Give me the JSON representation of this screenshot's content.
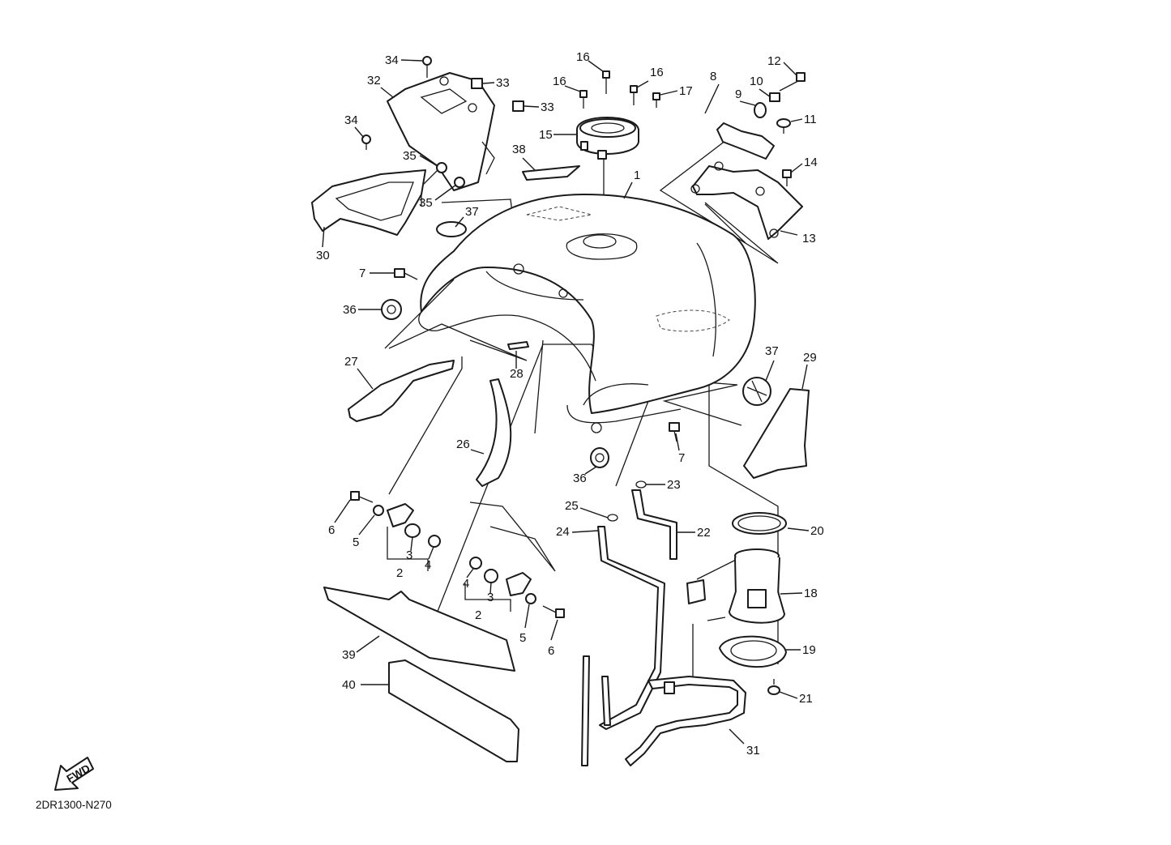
{
  "diagram": {
    "code": "2DR1300-N270",
    "fwd_label": "FWD"
  },
  "callouts": [
    {
      "text": "1"
    },
    {
      "text": "2"
    },
    {
      "text": "2"
    },
    {
      "text": "3"
    },
    {
      "text": "3"
    },
    {
      "text": "4"
    },
    {
      "text": "4"
    },
    {
      "text": "5"
    },
    {
      "text": "5"
    },
    {
      "text": "6"
    },
    {
      "text": "6"
    },
    {
      "text": "7"
    },
    {
      "text": "7"
    },
    {
      "text": "8"
    },
    {
      "text": "9"
    },
    {
      "text": "10"
    },
    {
      "text": "11"
    },
    {
      "text": "12"
    },
    {
      "text": "13"
    },
    {
      "text": "14"
    },
    {
      "text": "15"
    },
    {
      "text": "16"
    },
    {
      "text": "16"
    },
    {
      "text": "16"
    },
    {
      "text": "17"
    },
    {
      "text": "18"
    },
    {
      "text": "19"
    },
    {
      "text": "20"
    },
    {
      "text": "21"
    },
    {
      "text": "22"
    },
    {
      "text": "23"
    },
    {
      "text": "24"
    },
    {
      "text": "25"
    },
    {
      "text": "26"
    },
    {
      "text": "27"
    },
    {
      "text": "28"
    },
    {
      "text": "29"
    },
    {
      "text": "30"
    },
    {
      "text": "31"
    },
    {
      "text": "32"
    },
    {
      "text": "33"
    },
    {
      "text": "33"
    },
    {
      "text": "34"
    },
    {
      "text": "34"
    },
    {
      "text": "35"
    },
    {
      "text": "35"
    },
    {
      "text": "36"
    },
    {
      "text": "36"
    },
    {
      "text": "37"
    },
    {
      "text": "37"
    },
    {
      "text": "38"
    },
    {
      "text": "39"
    },
    {
      "text": "40"
    }
  ]
}
